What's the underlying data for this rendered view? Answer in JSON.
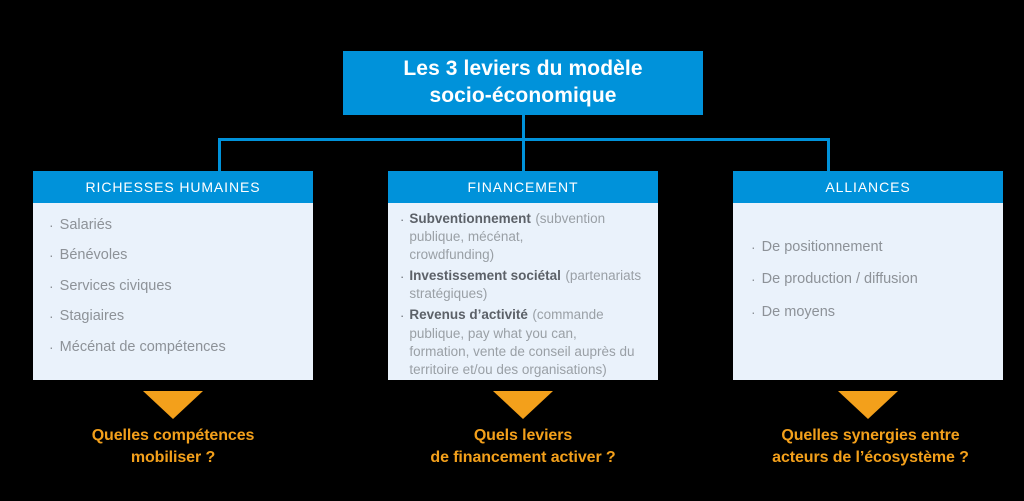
{
  "diagram": {
    "title": "Les 3 leviers du modèle\nsocio-économique",
    "colors": {
      "blue": "#0092da",
      "card_background": "#eaf2fb",
      "orange": "#f3a01b",
      "body_text": "#8d9298",
      "canvas": "#000000"
    },
    "columns": [
      {
        "header": "RICHESSES HUMAINES",
        "bullet_glyph": "·",
        "items": [
          {
            "label": "Salariés"
          },
          {
            "label": "Bénévoles"
          },
          {
            "label": "Services civiques"
          },
          {
            "label": "Stagiaires"
          },
          {
            "label": " Mécénat de compétences"
          }
        ],
        "arrow": "down-arrow-icon",
        "caption": "Quelles compétences\nmobiliser ?"
      },
      {
        "header": "FINANCEMENT",
        "bullet_glyph": "·",
        "items": [
          {
            "title": "Subventionnement",
            "detail": "(subvention publique, mécénat,\ncrowdfunding)"
          },
          {
            "title": "Investissement sociétal",
            "detail": "(partenariats stratégiques)"
          },
          {
            "title": "Revenus d’activité",
            "detail": "(commande publique, pay what you can,\nformation, vente de conseil auprès du\nterritoire et/ou des organisations)"
          }
        ],
        "arrow": "down-arrow-icon",
        "caption": "Quels leviers\nde financement activer ?"
      },
      {
        "header": "ALLIANCES",
        "bullet_glyph": "·",
        "items": [
          {
            "label": "De positionnement"
          },
          {
            "label": "De production / diffusion"
          },
          {
            "label": "De moyens"
          }
        ],
        "arrow": "down-arrow-icon",
        "caption": "Quelles synergies entre\nacteurs de l’écosystème ?"
      }
    ]
  }
}
